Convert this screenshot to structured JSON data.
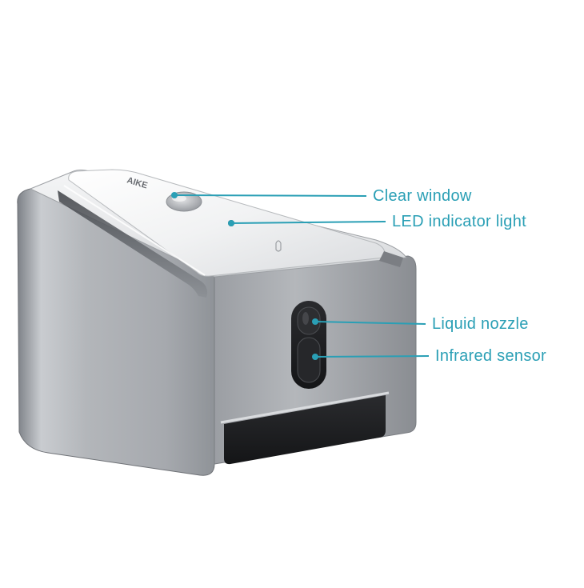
{
  "product": {
    "brand_text": "AIKE"
  },
  "callouts": [
    {
      "id": "clear-window",
      "label": "Clear window"
    },
    {
      "id": "led-indicator-light",
      "label": "LED indicator light"
    },
    {
      "id": "liquid-nozzle",
      "label": "Liquid nozzle"
    },
    {
      "id": "infrared-sensor",
      "label": "Infrared sensor"
    }
  ],
  "colors": {
    "callout": "#2a9fb5",
    "background": "#ffffff",
    "body_chrome": "#a9acb1",
    "sensor_black": "#1c1d20"
  }
}
